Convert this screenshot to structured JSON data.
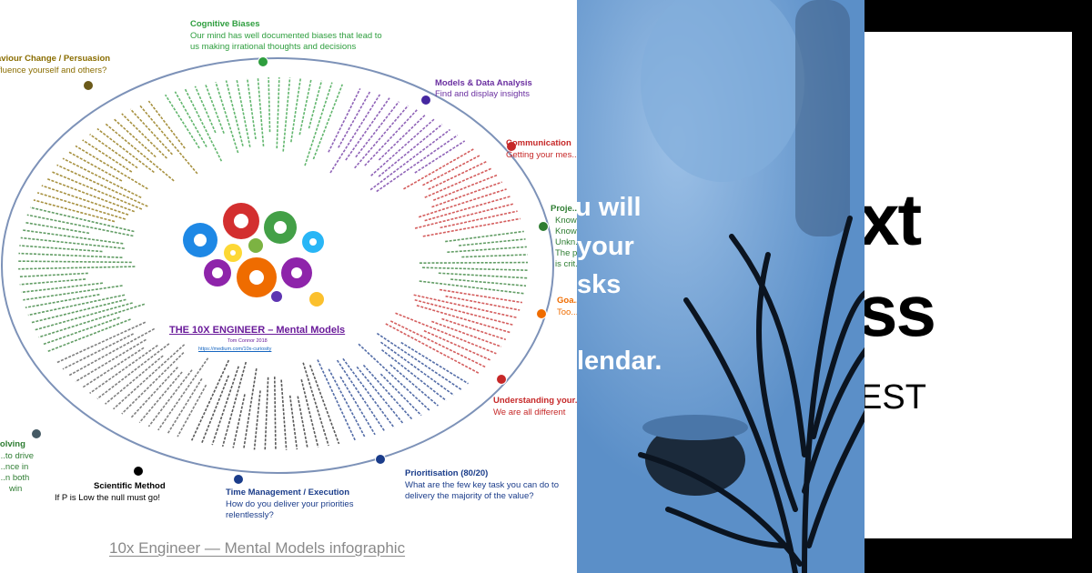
{
  "infographic": {
    "title": "THE 10X ENGINEER – Mental Models",
    "author": "Tom Connor 2018",
    "url": "https://medium.com/10x-curiosity",
    "caption": "10x Engineer — Mental Models infographic",
    "sections": [
      {
        "id": "cognitive-biases",
        "heading": "Cognitive Biases",
        "desc": [
          "Our mind has well documented biases that lead to",
          "us making irrational thoughts and decisions"
        ],
        "color": "#2e9e3e"
      },
      {
        "id": "behaviour-change",
        "heading": "Behaviour Change / Persuasion",
        "desc": [
          "...fluence yourself and others?"
        ],
        "color": "#8a6d00"
      },
      {
        "id": "models-data",
        "heading": "Models & Data Analysis",
        "desc": [
          "Find and display insights"
        ],
        "color": "#6a2fa0"
      },
      {
        "id": "communication",
        "heading": "Communication",
        "desc": [
          "Getting your mes..."
        ],
        "color": "#c62828"
      },
      {
        "id": "project",
        "heading": "Proje...",
        "desc": [
          "Know...",
          "Know...",
          "Unkn...",
          "The p...",
          "is crit..."
        ],
        "color": "#2e7d32"
      },
      {
        "id": "goals",
        "heading": "Goa...",
        "desc": [
          "Too..."
        ],
        "color": "#ef6c00"
      },
      {
        "id": "understanding",
        "heading": "Understanding your...",
        "desc": [
          "We are all different"
        ],
        "color": "#c62828"
      },
      {
        "id": "prioritisation",
        "heading": "Prioritisation (80/20)",
        "desc": [
          "What are the few key task you can do to",
          "delivery the majority of the value?"
        ],
        "color": "#1a3c8a"
      },
      {
        "id": "time-management",
        "heading": "Time Management / Execution",
        "desc": [
          "How do you deliver your priorities",
          "relentlessly?"
        ],
        "color": "#1a3c8a"
      },
      {
        "id": "scientific-method",
        "heading": "Scientific Method",
        "desc": [
          "If P is Low the null must go!"
        ],
        "color": "#000000"
      },
      {
        "id": "problem-solving",
        "heading": "...olving",
        "desc": [
          "...to drive",
          "...nce in",
          "...n both",
          "win"
        ],
        "color": "#2e7d32"
      }
    ]
  },
  "middle": {
    "lines": [
      "u will",
      "your",
      "sks",
      "",
      "lendar."
    ]
  },
  "right": {
    "big_lines": [
      "xt",
      "ss"
    ],
    "small": "EST"
  },
  "colors": {
    "mid_bg": "#5b8fc8",
    "right_bg": "#000000"
  }
}
